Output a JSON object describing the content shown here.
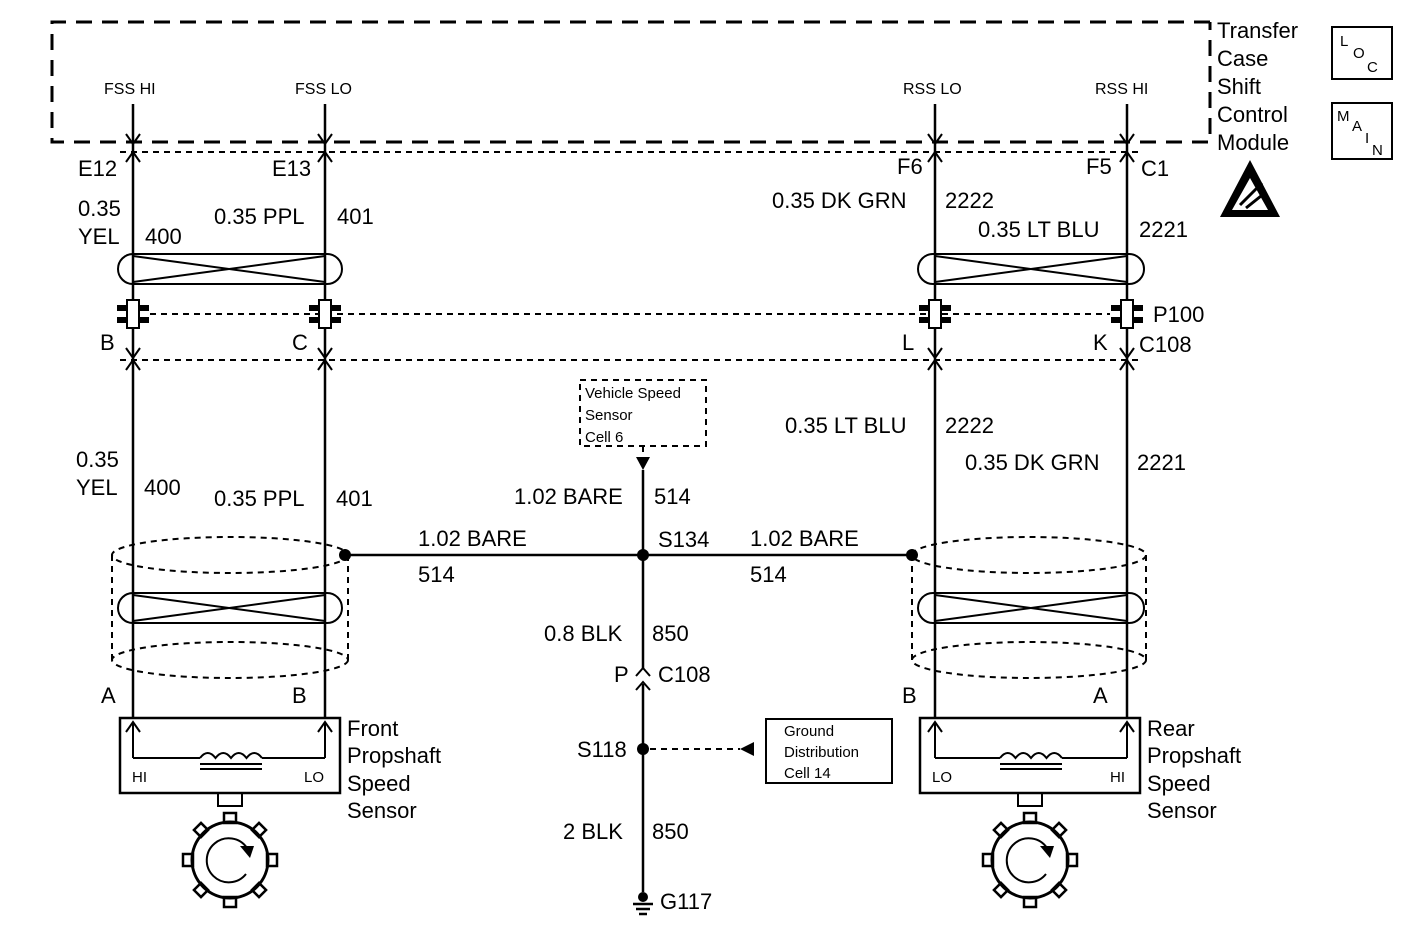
{
  "module": {
    "name_lines": [
      "Transfer",
      "Case",
      "Shift",
      "Control",
      "Module"
    ],
    "pins": {
      "fss_hi": "FSS HI",
      "fss_lo": "FSS LO",
      "rss_lo": "RSS LO",
      "rss_hi": "RSS HI"
    }
  },
  "badges": {
    "loc": [
      "L",
      "O",
      "C"
    ],
    "main": [
      "M",
      "A",
      "I",
      "N"
    ]
  },
  "connectors": {
    "e12": "E12",
    "e13": "E13",
    "f6": "F6",
    "f5": "F5",
    "c1": "C1",
    "b": "B",
    "c": "C",
    "l": "L",
    "k": "K",
    "p100": "P100",
    "c108": "C108",
    "front_a": "A",
    "front_b": "B",
    "rear_b": "B",
    "rear_a": "A",
    "p": "P",
    "c108_lower": "C108"
  },
  "wires": {
    "w1_gauge": "0.35",
    "w1_color": "YEL",
    "w1_circuit": "400",
    "w2_spec": "0.35 PPL",
    "w2_circuit": "401",
    "w3_spec": "0.35 DK GRN",
    "w3_circuit": "2222",
    "w4_spec": "0.35 LT BLU",
    "w4_circuit": "2221",
    "w5_gauge": "0.35",
    "w5_color": "YEL",
    "w5_circuit": "400",
    "w6_spec": "0.35 PPL",
    "w6_circuit": "401",
    "w7_spec": "0.35 LT BLU",
    "w7_circuit": "2222",
    "w8_spec": "0.35 DK GRN",
    "w8_circuit": "2221",
    "bare_vert_spec": "1.02 BARE",
    "bare_vert_circuit": "514",
    "bare_left_spec": "1.02 BARE",
    "bare_left_circuit": "514",
    "bare_right_spec": "1.02 BARE",
    "bare_right_circuit": "514",
    "blk_upper_spec": "0.8 BLK",
    "blk_upper_circuit": "850",
    "blk_lower_spec": "2 BLK",
    "blk_lower_circuit": "850"
  },
  "splices": {
    "s134": "S134",
    "s118": "S118"
  },
  "ground": {
    "g117": "G117"
  },
  "references": {
    "vss": [
      "Vehicle Speed",
      "Sensor",
      "Cell 6"
    ],
    "ground_dist": [
      "Ground",
      "Distribution",
      "Cell 14"
    ]
  },
  "front_sensor": {
    "name_lines": [
      "Front",
      "Propshaft",
      "Speed",
      "Sensor"
    ],
    "hi": "HI",
    "lo": "LO"
  },
  "rear_sensor": {
    "name_lines": [
      "Rear",
      "Propshaft",
      "Speed",
      "Sensor"
    ],
    "lo": "LO",
    "hi": "HI"
  }
}
